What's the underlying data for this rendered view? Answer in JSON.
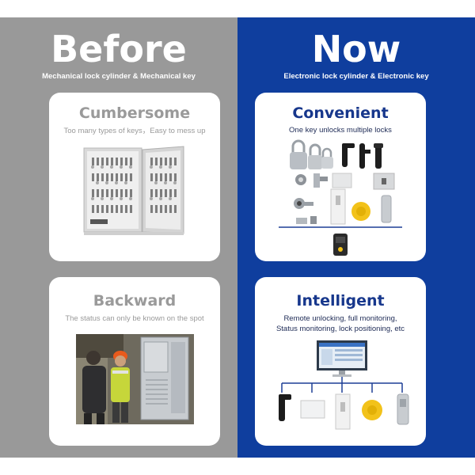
{
  "before": {
    "title": "Before",
    "subtitle": "Mechanical lock cylinder & Mechanical key",
    "cards": [
      {
        "title": "Cumbersome",
        "desc": "Too many types of keys，Easy to mess up",
        "image": "key-cabinet"
      },
      {
        "title": "Backward",
        "desc": "The status can only be known on the spot",
        "image": "workers-at-outdoor-cabinet"
      }
    ]
  },
  "now": {
    "title": "Now",
    "subtitle": "Electronic lock cylinder & Electronic key",
    "cards": [
      {
        "title": "Convenient",
        "desc": "One key unlocks multiple locks",
        "image": "lock-collection-with-electronic-key"
      },
      {
        "title": "Intelligent",
        "desc_line1": "Remote unlocking, full monitoring,",
        "desc_line2": "Status monitoring, lock positioning, etc",
        "image": "monitor-connected-to-locks"
      }
    ]
  },
  "colors": {
    "left_panel": "#999999",
    "right_panel": "#0f3e9e",
    "accent_yellow": "#f2c21a",
    "card_bg": "#ffffff"
  }
}
